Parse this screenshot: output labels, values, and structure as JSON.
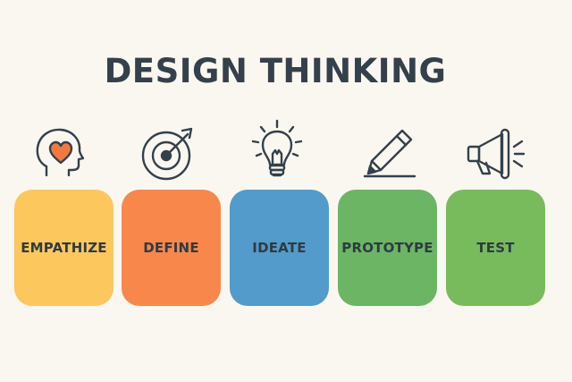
{
  "title": "DESIGN THINKING",
  "stages": [
    {
      "label": "EMPATHIZE",
      "icon": "head-heart-icon",
      "color": "#fcc75c"
    },
    {
      "label": "DEFINE",
      "icon": "target-icon",
      "color": "#f7874b"
    },
    {
      "label": "IDEATE",
      "icon": "lightbulb-icon",
      "color": "#529bca"
    },
    {
      "label": "PROTOTYPE",
      "icon": "pencil-icon",
      "color": "#6cb565"
    },
    {
      "label": "TEST",
      "icon": "megaphone-icon",
      "color": "#78bb5d"
    }
  ],
  "colors": {
    "heart": "#f07a3e",
    "text": "#34404c",
    "background": "#faf7f0"
  }
}
